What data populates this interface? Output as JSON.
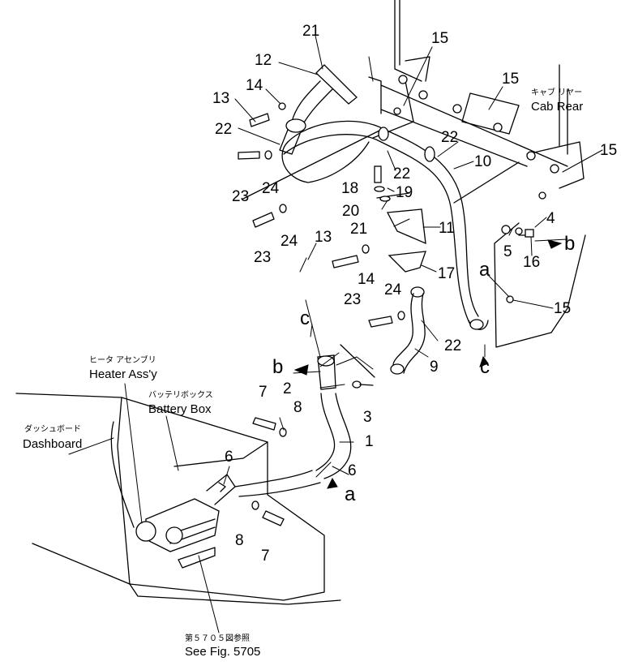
{
  "callouts": [
    "1",
    "2",
    "3",
    "4",
    "5",
    "6",
    "7",
    "8",
    "9",
    "10",
    "11",
    "12",
    "13",
    "14",
    "15",
    "16",
    "17",
    "18",
    "19",
    "20",
    "21",
    "22",
    "23",
    "24"
  ],
  "connection_letters": [
    "a",
    "b",
    "c"
  ],
  "labels": {
    "cab_rear_jp": "キャブ リヤー",
    "cab_rear_en": "Cab Rear",
    "heater_jp": "ヒータ アセンブリ",
    "heater_en": "Heater Ass'y",
    "battery_jp": "バッテリボックス",
    "battery_en": "Battery Box",
    "dashboard_jp": "ダッシュボード",
    "dashboard_en": "Dashboard",
    "seefig_jp": "第５７０５図参照",
    "seefig_en": "See Fig. 5705"
  }
}
